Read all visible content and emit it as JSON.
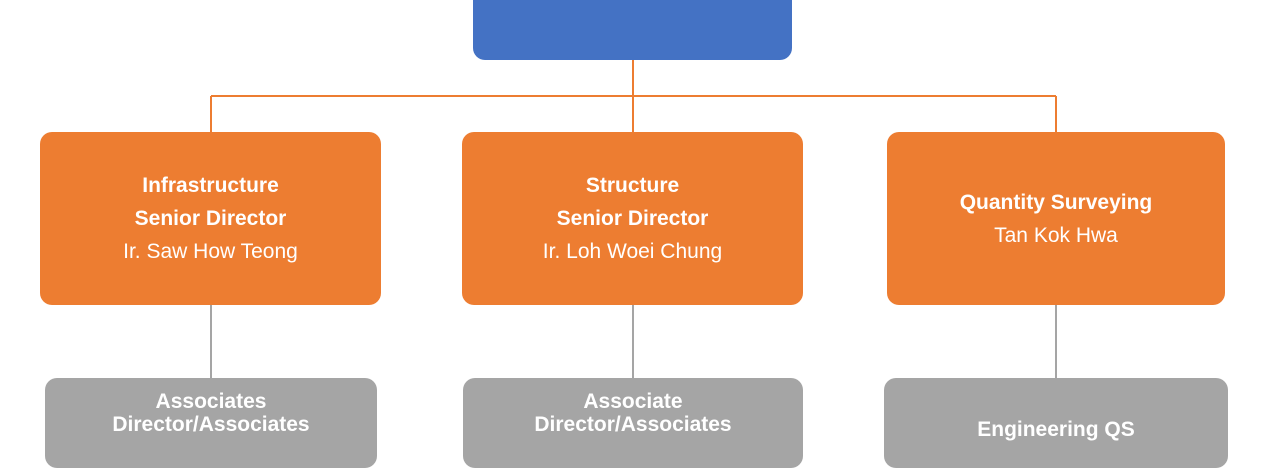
{
  "colors": {
    "top_box": "#4472c4",
    "division_box": "#ed7d31",
    "sub_box": "#a5a5a5",
    "connector_orange": "#ed7d31",
    "connector_gray": "#a5a5a5"
  },
  "top": {
    "label": ""
  },
  "divisions": [
    {
      "name": "Infrastructure",
      "title": "Senior Director",
      "person": "Ir. Saw How Teong",
      "sub": [
        "Associates",
        "Director/Associates"
      ]
    },
    {
      "name": "Structure",
      "title": "Senior Director",
      "person": "Ir. Loh Woei Chung",
      "sub": [
        "Associate",
        "Director/Associates"
      ]
    },
    {
      "name": "Quantity Surveying",
      "person": "Tan Kok Hwa",
      "sub": [
        "Engineering QS"
      ]
    }
  ]
}
